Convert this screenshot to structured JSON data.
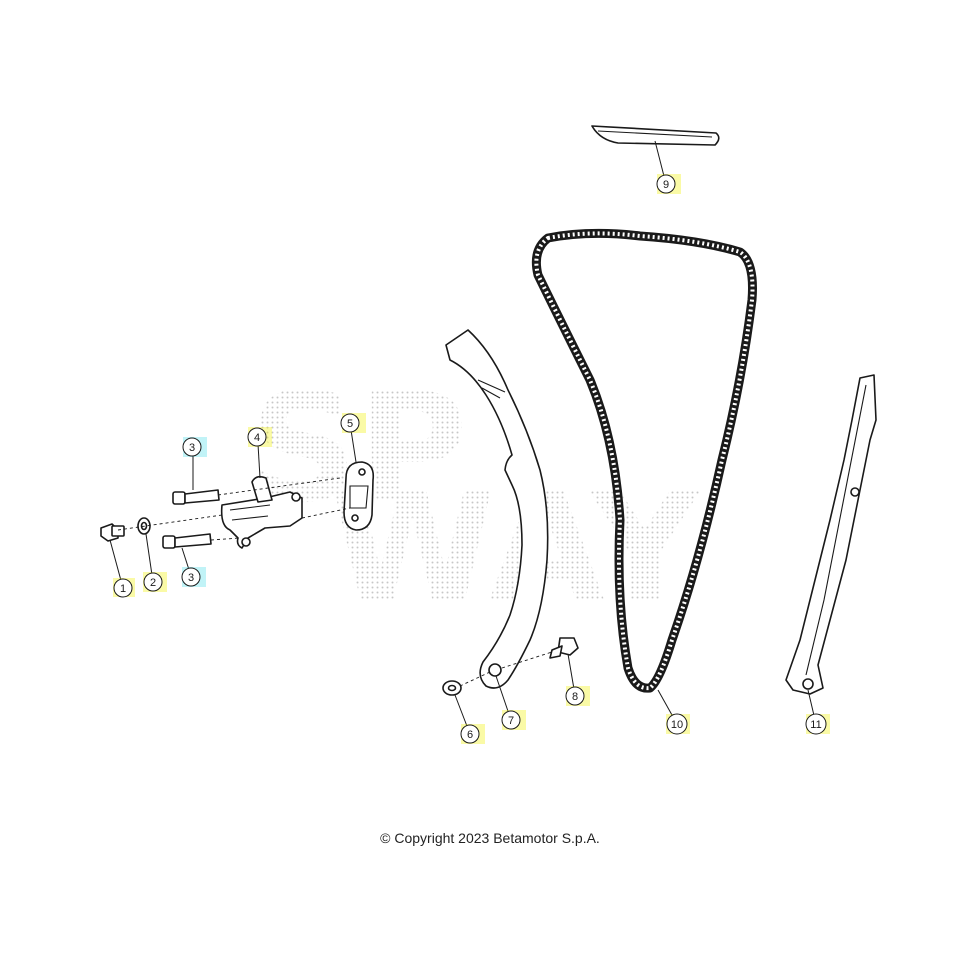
{
  "copyright": "© Copyright 2023 Betamotor S.p.A.",
  "colors": {
    "line": "#1a1a1a",
    "callout_yellow": "#f2f200",
    "callout_cyan": "#33d6e6",
    "watermark_dot": "#9a9a9a"
  },
  "callouts": [
    {
      "id": "1",
      "label": "1",
      "style": "yellow"
    },
    {
      "id": "2",
      "label": "2",
      "style": "yellow"
    },
    {
      "id": "3a",
      "label": "3",
      "style": "cyan"
    },
    {
      "id": "3b",
      "label": "3",
      "style": "cyan"
    },
    {
      "id": "4",
      "label": "4",
      "style": "yellow"
    },
    {
      "id": "5",
      "label": "5",
      "style": "yellow"
    },
    {
      "id": "6",
      "label": "6",
      "style": "yellow"
    },
    {
      "id": "7",
      "label": "7",
      "style": "yellow"
    },
    {
      "id": "8",
      "label": "8",
      "style": "yellow"
    },
    {
      "id": "9",
      "label": "9",
      "style": "yellow"
    },
    {
      "id": "10",
      "label": "10",
      "style": "yellow"
    },
    {
      "id": "11",
      "label": "11",
      "style": "yellow"
    }
  ]
}
